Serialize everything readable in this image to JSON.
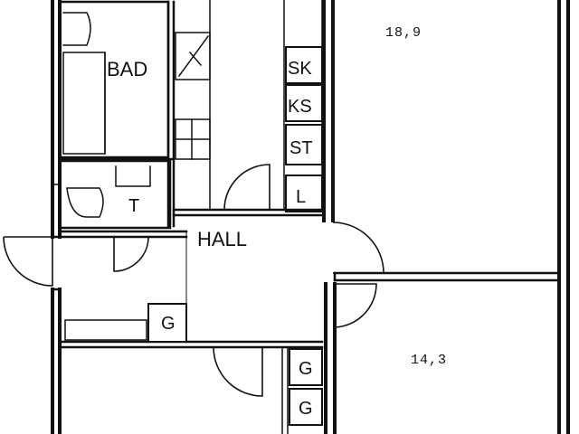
{
  "rooms": {
    "bath": "BAD",
    "hall": "HALL",
    "toilet": "T",
    "room_upper_area": "18,9",
    "room_lower_area": "14,3"
  },
  "closets": {
    "sk": "SK",
    "ks": "KS",
    "st": "ST",
    "l": "L",
    "g1": "G",
    "g2": "G",
    "g3": "G"
  }
}
